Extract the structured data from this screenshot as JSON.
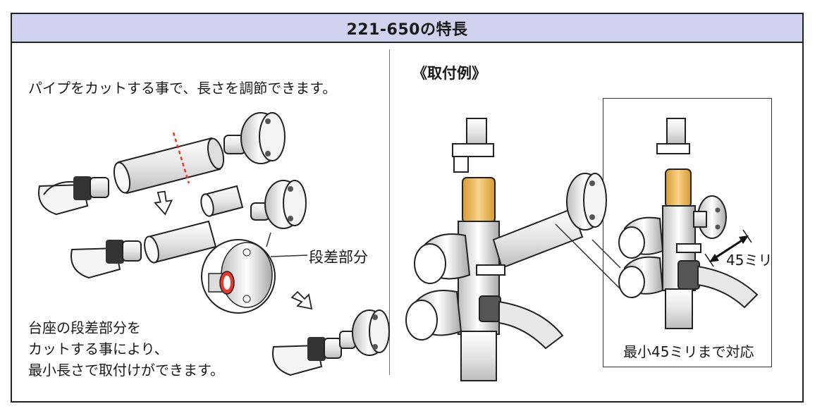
{
  "header": {
    "title": "221-650の特長"
  },
  "left": {
    "intro": "パイプをカットする事で、長さを調節できます。",
    "callout": "段差部分",
    "caption_lines": [
      "台座の段差部分を",
      "カットする事により、",
      "最小長さで取付けができます。"
    ]
  },
  "right": {
    "example_label": "《取付例》",
    "dimension_label": "45ミリ",
    "inset_caption": "最小45ミリまで対応"
  },
  "colors": {
    "header_bg": "#cfd3ee",
    "brass": "#f2c060",
    "cut_line": "#e8382a",
    "ring": "#e8382a",
    "pipe": "#e9e9e9"
  }
}
